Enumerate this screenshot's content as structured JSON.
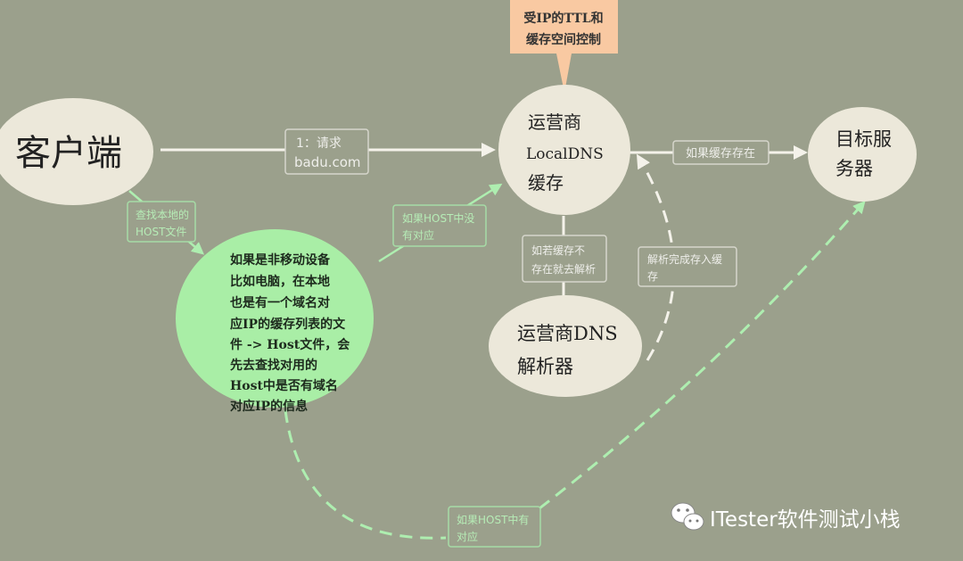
{
  "colors": {
    "background": "#9ba08c",
    "node": "#ece8da",
    "host_node": "#a9eea6",
    "callout": "#f9c9a2",
    "line_white": "#f4f2ea",
    "line_green": "#aeeeb0",
    "label_border_white": "#d6d6cc",
    "label_border_green": "#a6dca6"
  },
  "callout": {
    "line1": "受IP的TTL和",
    "line2": "缓存空间控制"
  },
  "nodes": {
    "client": "客户端",
    "localdns": [
      "运营商",
      "LocalDNS",
      "缓存"
    ],
    "target": [
      "目标服",
      "务器"
    ],
    "resolver": [
      "运营商DNS",
      "解析器"
    ],
    "host": [
      "如果是非移动设备",
      "比如电脑，在本地",
      "也是有一个域名对",
      "应IP的缓存列表的文",
      "件 -> Host文件，会",
      "先去查找对用的",
      "Host中是否有域名",
      "对应IP的信息"
    ]
  },
  "edges": {
    "request": [
      "1：请求",
      "badu.com"
    ],
    "cache_exists": "如果缓存存在",
    "cache_missing": [
      "如若缓存不",
      "存在就去解析"
    ],
    "resolved": [
      "解析完成存入缓",
      "存"
    ],
    "lookup_host": [
      "查找本地的",
      "HOST文件"
    ],
    "host_missing": [
      "如果HOST中没",
      "有对应"
    ],
    "host_found": [
      "如果HOST中有",
      "对应"
    ]
  },
  "watermark": {
    "icon": "wechat-icon",
    "text": "ITester软件测试小栈"
  }
}
